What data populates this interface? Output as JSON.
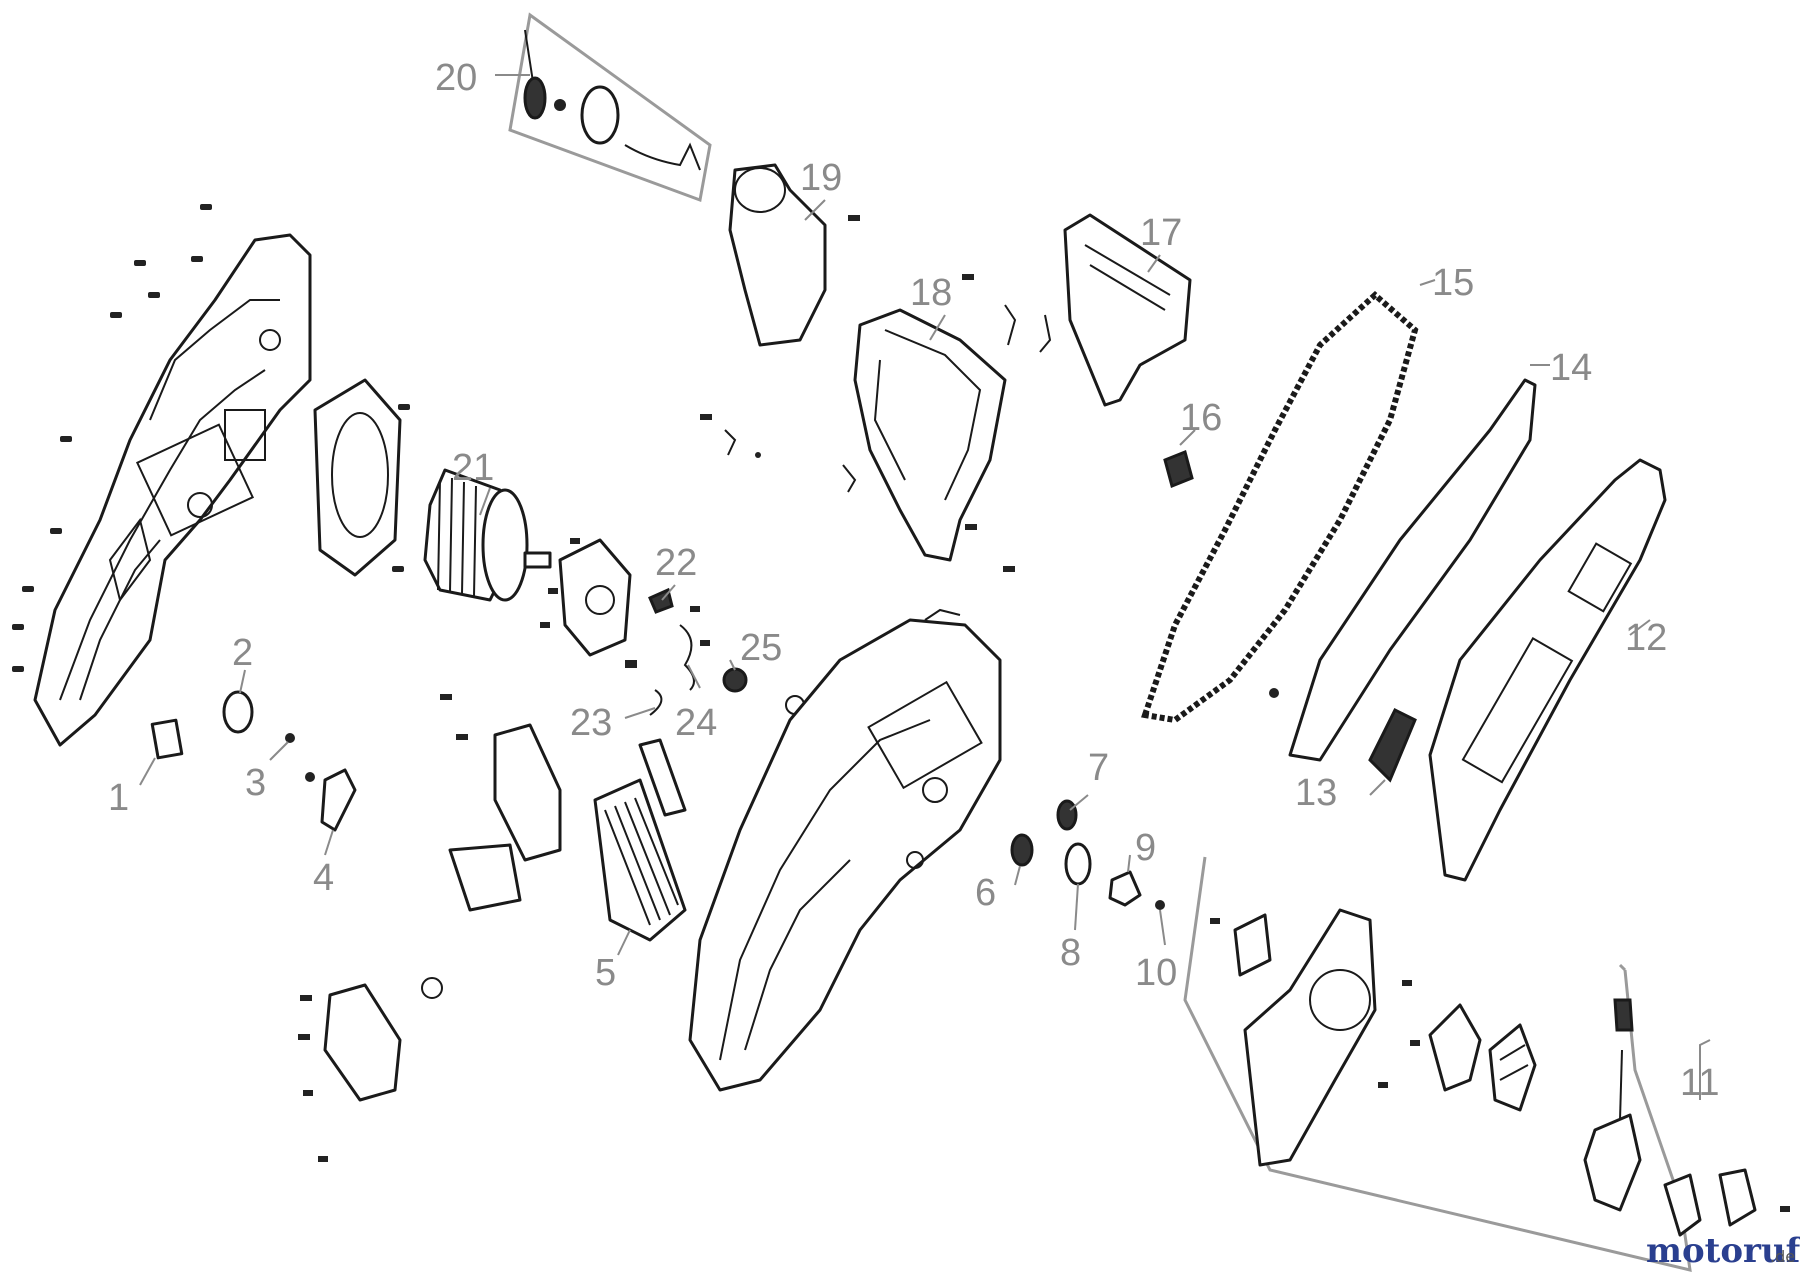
{
  "callouts": {
    "p1": "1",
    "p2": "2",
    "p3": "3",
    "p4": "4",
    "p5": "5",
    "p6": "6",
    "p7": "7",
    "p8": "8",
    "p9": "9",
    "p10": "10",
    "p11": "11",
    "p12": "12",
    "p13": "13",
    "p14": "14",
    "p15": "15",
    "p16": "16",
    "p17": "17",
    "p18": "18",
    "p19": "19",
    "p20": "20",
    "p21": "21",
    "p22": "22",
    "p23": "23",
    "p24": "24",
    "p25": "25"
  },
  "watermark": {
    "brand": "motoruf",
    "suffix": ".de"
  }
}
